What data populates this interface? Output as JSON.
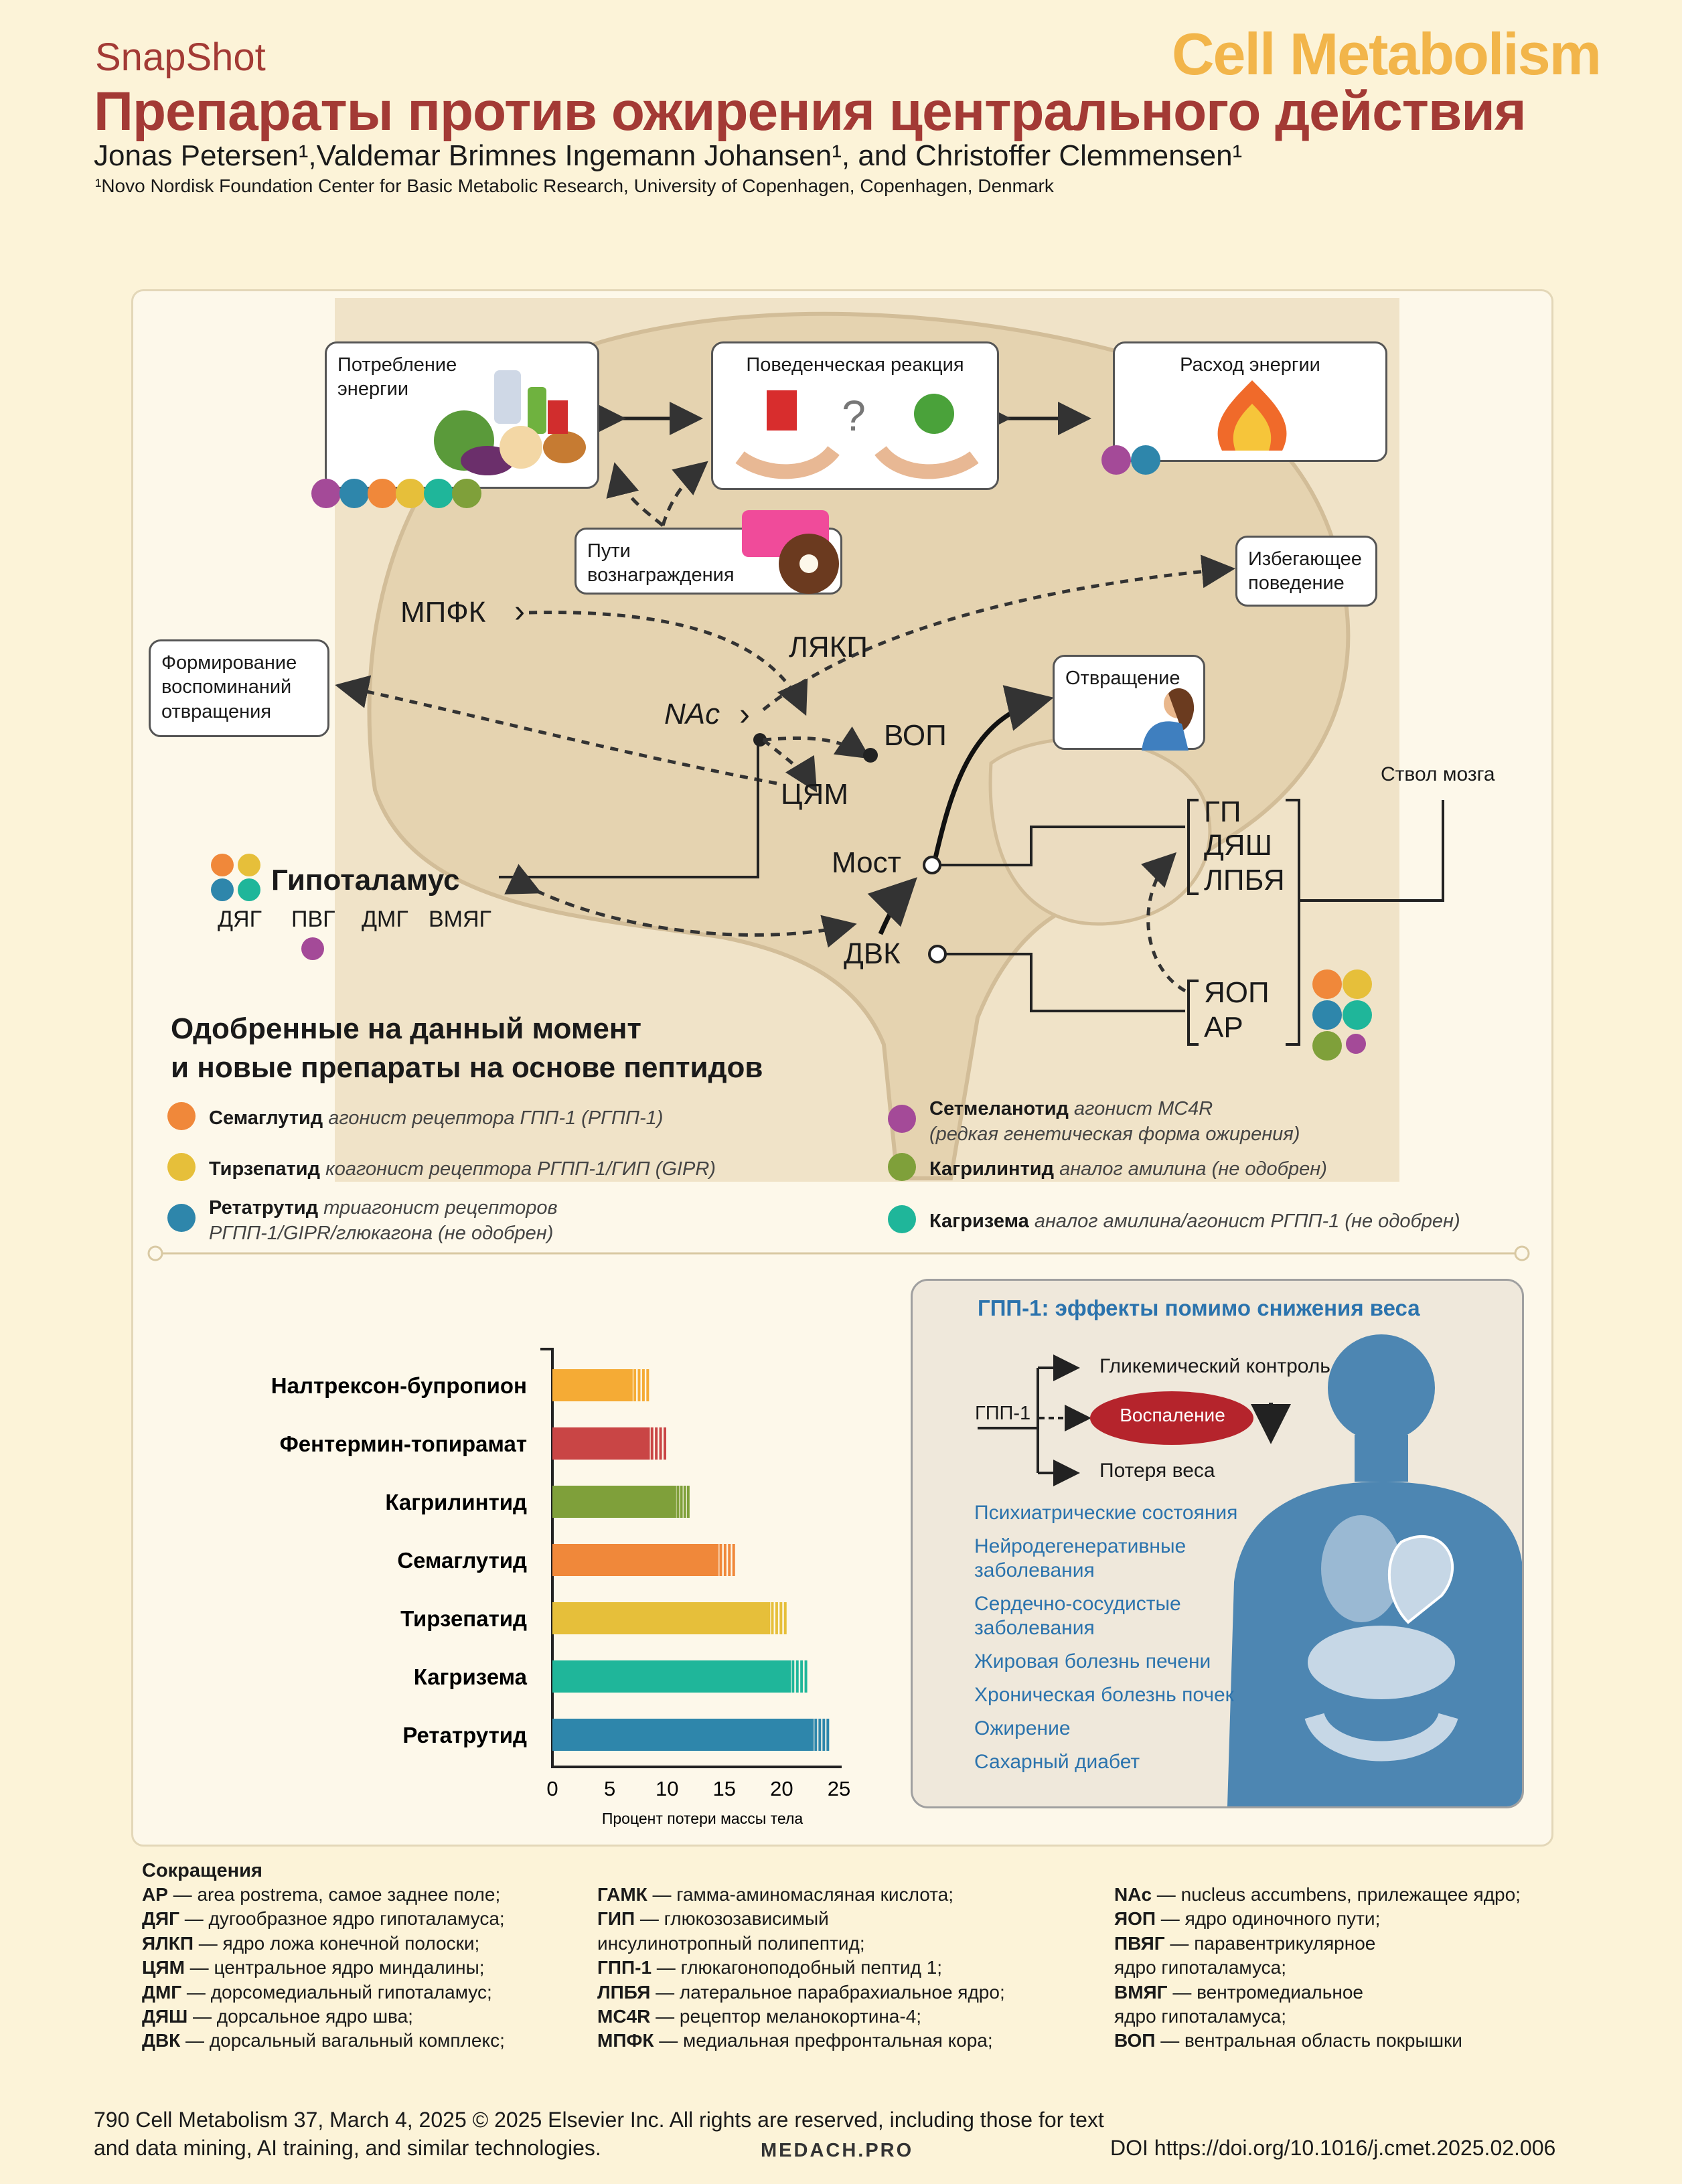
{
  "header": {
    "snapshot": "SnapShot",
    "journal": "Cell Metabolism",
    "title": "Препараты против ожирения центрального действия",
    "authors": "Jonas Petersen¹,Valdemar Brimnes Ingemann Johansen¹, and Christoffer Clemmensen¹",
    "affiliation": "¹Novo Nordisk Foundation Center for Basic Metabolic Research, University of Copenhagen, Copenhagen, Denmark"
  },
  "colors": {
    "semaglutide": "#f0883a",
    "tirzepatide": "#e6bf3a",
    "retatrutide": "#2e86ab",
    "setmelanotide": "#a44a98",
    "cagrilintide": "#7fa03a",
    "cagrisema": "#1fb69a",
    "naltrexone_bupropion": "#f5ab35",
    "phentermine_topiramate": "#c94545",
    "title_red": "#a33a35",
    "glp_blue": "#2b73ad"
  },
  "diagram": {
    "energy_intake": "Потребление энергии",
    "behavioral_response": "Поведенческая реакция",
    "energy_expenditure": "Расход энергии",
    "reward_pathways": "Пути вознаграждения",
    "avoidance_behavior": "Избегающее поведение",
    "aversion_memory": "Формирование воспоминаний отвращения",
    "aversion": "Отвращение",
    "brainstem": "Ствол мозга",
    "mpfc": "МПФК",
    "bnst": "ЛЯКП",
    "nac": "NAc",
    "vta": "ВОП",
    "cea": "ЦЯМ",
    "pons": "Мост",
    "dvc": "ДВК",
    "hypothalamus": "Гипоталамус",
    "arc": "ДЯГ",
    "pvn": "ПВГ",
    "dmh": "ДМГ",
    "vmh": "ВМЯГ",
    "pbn": "ГП",
    "drn": "ДЯШ",
    "lpbn": "ЛПБЯ",
    "nts": "ЯОП",
    "ap": "АР"
  },
  "drugs": {
    "heading_line1": "Одобренные на данный момент",
    "heading_line2": "и новые препараты на основе пептидов",
    "items": [
      {
        "name": "Семаглутид",
        "desc": "агонист рецептора ГПП-1 (РГПП-1)"
      },
      {
        "name": "Тирзепатид",
        "desc": "коагонист рецептора РГПП-1/ГИП (GIPR)"
      },
      {
        "name": "Ретатрутид",
        "desc": "триагонист рецепторов",
        "desc2": "РГПП-1/GIPR/глюкагона (не одобрен)"
      },
      {
        "name": "Сетмеланотид",
        "desc": "агонист MC4R",
        "desc2": "(редкая генетическая форма ожирения)"
      },
      {
        "name": "Кагрилинтид",
        "desc": "аналог амилина (не одобрен)"
      },
      {
        "name": "Кагризема",
        "desc": "аналог амилина/агонист РГПП-1 (не одобрен)"
      }
    ]
  },
  "chart_data": {
    "type": "bar",
    "orientation": "horizontal",
    "categories": [
      "Налтрексон-бупропион",
      "Фентермин-топирамат",
      "Кагрилинтид",
      "Семаглутид",
      "Тирзепатид",
      "Кагризема",
      "Ретатрутид"
    ],
    "values": [
      7,
      8.5,
      10.8,
      14.5,
      19,
      20.8,
      22.8
    ],
    "range_max": [
      8.5,
      10,
      12,
      16,
      20.5,
      22.3,
      24.2
    ],
    "xlabel": "Процент потери массы тела",
    "xticks": [
      "0",
      "5",
      "10",
      "15",
      "20",
      "25"
    ],
    "xlim": [
      0,
      25
    ]
  },
  "glp": {
    "title": "ГПП-1: эффекты помимо снижения веса",
    "source": "ГПП-1",
    "glycemic": "Гликемический контроль",
    "inflammation": "Воспаление",
    "weight_loss": "Потеря веса",
    "conditions": [
      "Психиатрические состояния",
      "Нейродегенеративные заболевания",
      "Сердечно-сосудистые заболевания",
      "Жировая болезнь печени",
      "Хроническая болезнь почек",
      "Ожирение",
      "Сахарный диабет"
    ]
  },
  "abbreviations": {
    "heading": "Сокращения",
    "col1": [
      {
        "k": "АР",
        "v": " — area postrema, самое заднее поле;"
      },
      {
        "k": "ДЯГ",
        "v": " — дугообразное ядро гипоталамуса;"
      },
      {
        "k": "ЯЛКП",
        "v": " — ядро ложа конечной полоски;"
      },
      {
        "k": "ЦЯМ",
        "v": " — центральное ядро миндалины;"
      },
      {
        "k": "ДМГ",
        "v": " — дорсомедиальный гипоталамус;"
      },
      {
        "k": "ДЯШ",
        "v": " — дорсальное ядро шва;"
      },
      {
        "k": "ДВК",
        "v": " — дорсальный вагальный комплекс;"
      }
    ],
    "col2": [
      {
        "k": "ГАМК",
        "v": " — гамма-аминомасляная кислота;"
      },
      {
        "k": "ГИП",
        "v": " — глюкозозависимый"
      },
      {
        "k": "",
        "v": "инсулинотропный полипептид;"
      },
      {
        "k": "ГПП-1",
        "v": " — глюкагоноподобный пептид 1;"
      },
      {
        "k": "ЛПБЯ",
        "v": " — латеральное парабрахиальное ядро;"
      },
      {
        "k": "MC4R",
        "v": " — рецептор меланокортина-4;"
      },
      {
        "k": "МПФК",
        "v": " — медиальная префронтальная кора;"
      }
    ],
    "col3": [
      {
        "k": "NAc",
        "v": " — nucleus accumbens, прилежащее ядро;"
      },
      {
        "k": "ЯОП",
        "v": " — ядро одиночного пути;"
      },
      {
        "k": "ПВЯГ",
        "v": " — паравентрикулярное"
      },
      {
        "k": "",
        "v": "ядро гипоталамуса;"
      },
      {
        "k": "ВМЯГ",
        "v": " — вентромедиальное"
      },
      {
        "k": "",
        "v": "ядро гипоталамуса;"
      },
      {
        "k": "ВОП",
        "v": " — вентральная область покрышки"
      }
    ]
  },
  "footer": {
    "line1": "790    Cell Metabolism 37, March 4, 2025 © 2025 Elsevier Inc. All rights are reserved, including those for text",
    "line2": "and data mining, AI training, and similar technologies.",
    "watermark": "MEDACH.PRO",
    "doi": "DOI https://doi.org/10.1016/j.cmet.2025.02.006"
  }
}
